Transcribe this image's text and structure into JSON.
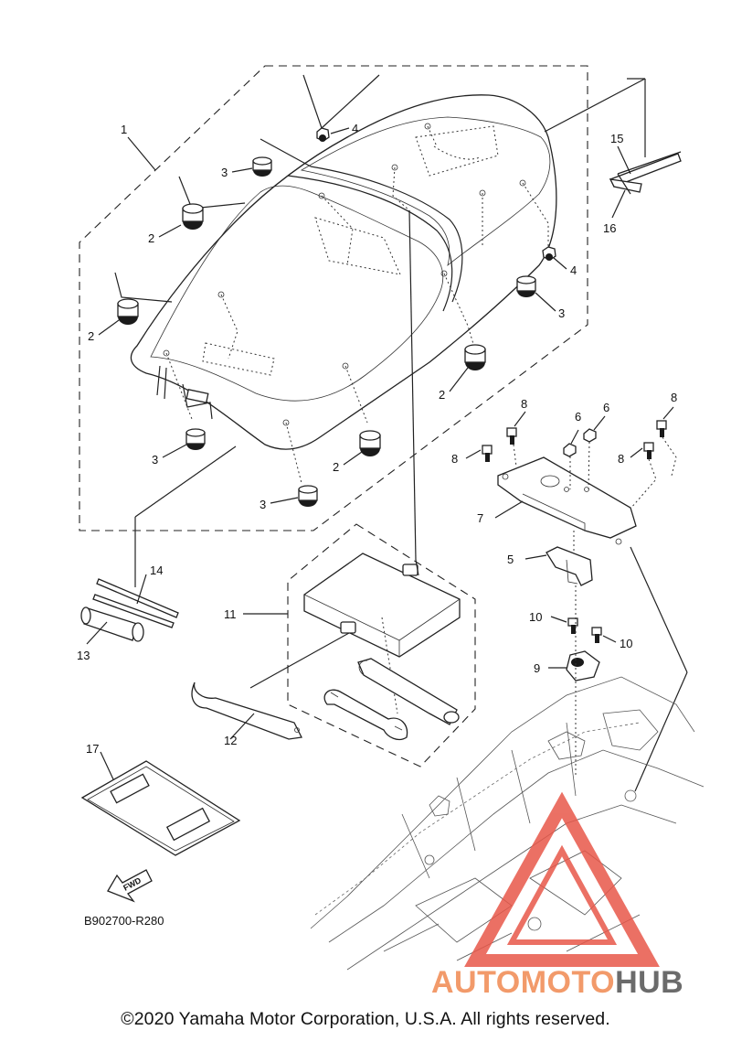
{
  "callouts": {
    "c1": "1",
    "c2a": "2",
    "c2b": "2",
    "c2c": "2",
    "c2d": "2",
    "c3a": "3",
    "c3b": "3",
    "c3c": "3",
    "c3d": "3",
    "c4a": "4",
    "c4b": "4",
    "c5": "5",
    "c6a": "6",
    "c6b": "6",
    "c7": "7",
    "c8a": "8",
    "c8b": "8",
    "c8c": "8",
    "c8d": "8",
    "c9": "9",
    "c10a": "10",
    "c10b": "10",
    "c11": "11",
    "c12": "12",
    "c13": "13",
    "c14": "14",
    "c15": "15",
    "c16": "16",
    "c17": "17"
  },
  "fwd_label": "FWD",
  "reference_code": "B902700-R280",
  "watermark": {
    "part1": "AUTOMOTO",
    "part2": "HUB",
    "color1": "#f29a6a",
    "color2": "#6b6b6b",
    "triangle_color": "#e8584a"
  },
  "copyright": "©2020 Yamaha Motor Corporation, U.S.A. All rights reserved."
}
